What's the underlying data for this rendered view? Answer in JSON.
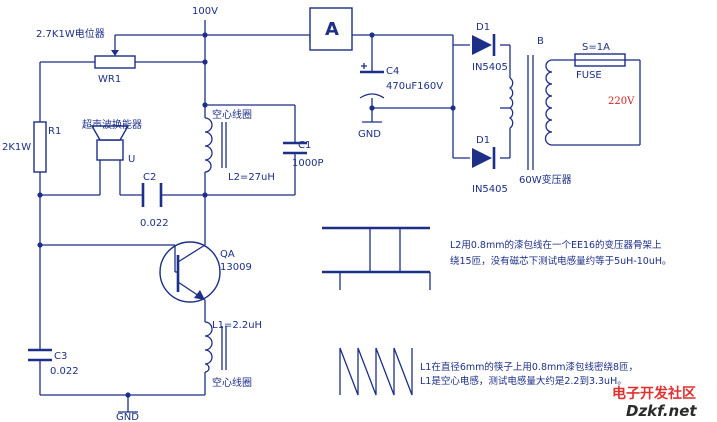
{
  "labels": {
    "supply_100v": "100V",
    "pot_rating": "2.7K1W电位器",
    "pot_ref": "WR1",
    "r1_ref": "R1",
    "r1_value": "2K1W",
    "transducer": "超声波换能器",
    "transducer_ref": "U",
    "coil_top": "空心线圈",
    "l2_value": "L2=27uH",
    "c1_ref": "C1",
    "c1_value": "1000P",
    "c2_ref": "C2",
    "c2_value": "0.022",
    "qa_ref": "QA",
    "qa_model": "13009",
    "l1_value": "L1=2.2uH",
    "coil_bottom": "空心线圈",
    "c3_ref": "C3",
    "c3_value": "0.022",
    "gnd_bottom": "GND",
    "ammeter": "A",
    "c4_ref": "C4",
    "c4_value": "470uF160V",
    "gnd_right": "GND",
    "d1_top_ref": "D1",
    "d1_top_model": "IN5405",
    "d1_bot_ref": "D1",
    "d1_bot_model": "IN5405",
    "transformer_ref": "B",
    "transformer_desc": "60W变压器",
    "fuse_rating": "S=1A",
    "fuse_label": "FUSE",
    "mains": "220V"
  },
  "notes": {
    "l2_line1": "L2用0.8mm的漆包线在一个EE16的变压器骨架上",
    "l2_line2": "绕15匝，没有磁芯下测试电感量约等于5uH-10uH。",
    "l1_line1": "L1在直径6mm的筷子上用0.8mm漆包线密绕8匝，",
    "l1_line2": "L1是空心电感，测试电感量大约是2.2到3.3uH。"
  },
  "watermark": {
    "line1": "电子开发社区",
    "line2": "Dzkf.net"
  },
  "colors": {
    "wire": "#1d2f86",
    "mains_label": "#d02020",
    "watermark": "#e03030"
  }
}
